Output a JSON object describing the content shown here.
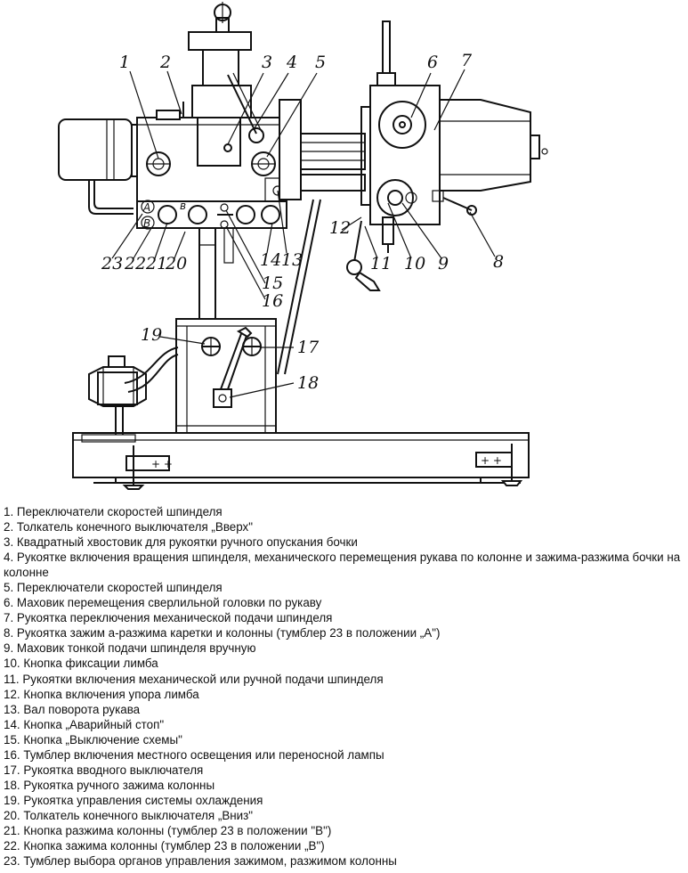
{
  "labels": [
    "1",
    "2",
    "3",
    "4",
    "5",
    "6",
    "7",
    "8",
    "9",
    "10",
    "11",
    "12",
    "13",
    "14",
    "15",
    "16",
    "17",
    "18",
    "19",
    "20",
    "21",
    "22",
    "23"
  ],
  "marks": {
    "a": "A",
    "b": "B",
    "b_small": "в",
    "plus": "+ +"
  },
  "legend": [
    "1. Переключатели скоростей шпинделя",
    "2. Толкатель конечного выключателя „Вверх\"",
    "3. Квадратный хвостовик для рукоятки ручного опускания бочки",
    "4. Рукоятке включения вращения шпинделя, механического перемещения рукава по колонне и зажима-разжима бочки на колонне",
    "5. Переключатели скоростей шпинделя",
    "6. Маховик перемещения сверлильной головки по рукаву",
    "7. Рукоятка переключения механической подачи шпинделя",
    "8. Рукоятка зажим а-разжима каретки и колонны (тумблер 23 в положении „А\")",
    "9. Маховик тонкой подачи шпинделя вручную",
    "10. Кнопка фиксации лимба",
    "11. Рукоятки включения механической или ручной подачи шпинделя",
    "12. Кнопка включения упора лимба",
    "13. Вал поворота рукава",
    "14. Кнопка „Аварийный стоп\"",
    "15. Кнопка „Выключение схемы\"",
    "16. Тумблер включения местного освещения или переносной лампы",
    "17. Рукоятка вводного выключателя",
    "18. Рукоятка ручного зажима колонны",
    "19. Рукоятка управления системы охлаждения",
    "20. Толкатель конечного выключателя „Вниз\"",
    "21. Кнопка разжима колонны (тумблер 23 в положении \"В\")",
    "22. Кнопка зажима колонны (тумблер 23 в положении „В\")",
    "23. Тумблер выбора органов управления зажимом, разжимом колонны"
  ]
}
